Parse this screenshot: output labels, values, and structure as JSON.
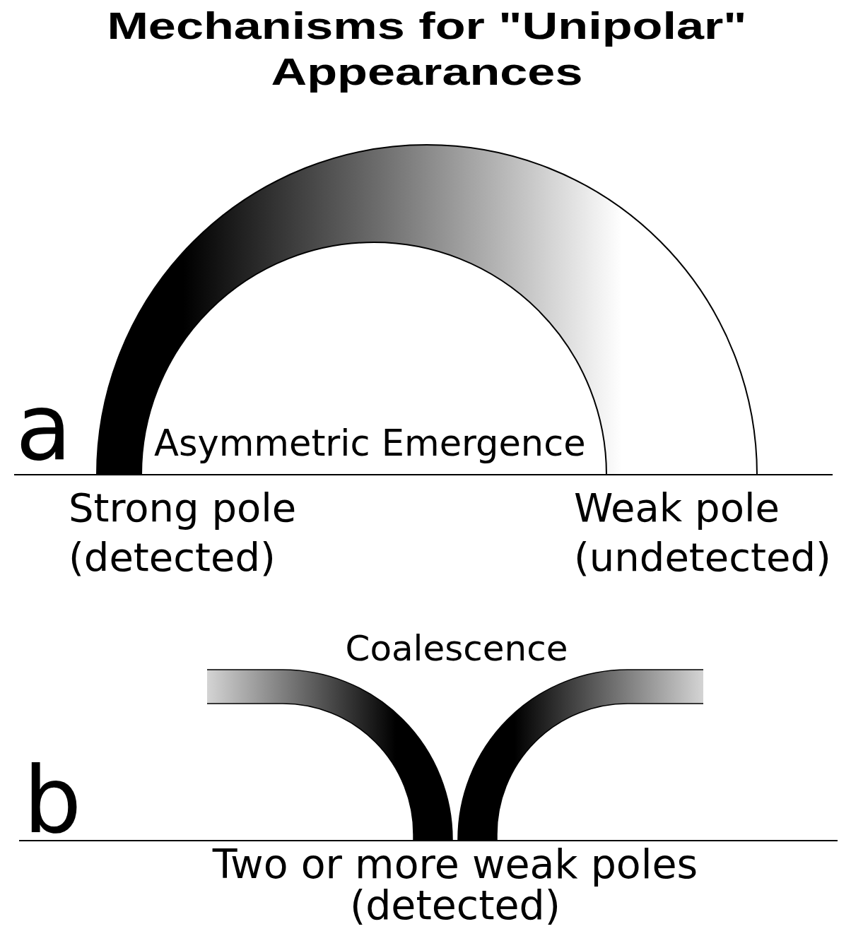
{
  "diagram": {
    "title": "Mechanisms for \"Unipolar\" Appearances",
    "labels": [
      "a",
      "Asymmetric Emergence",
      "Strong pole (detected)",
      "Weak pole (undetected)",
      "b",
      "Coalescence",
      "Two or more weak poles (detected)"
    ]
  }
}
